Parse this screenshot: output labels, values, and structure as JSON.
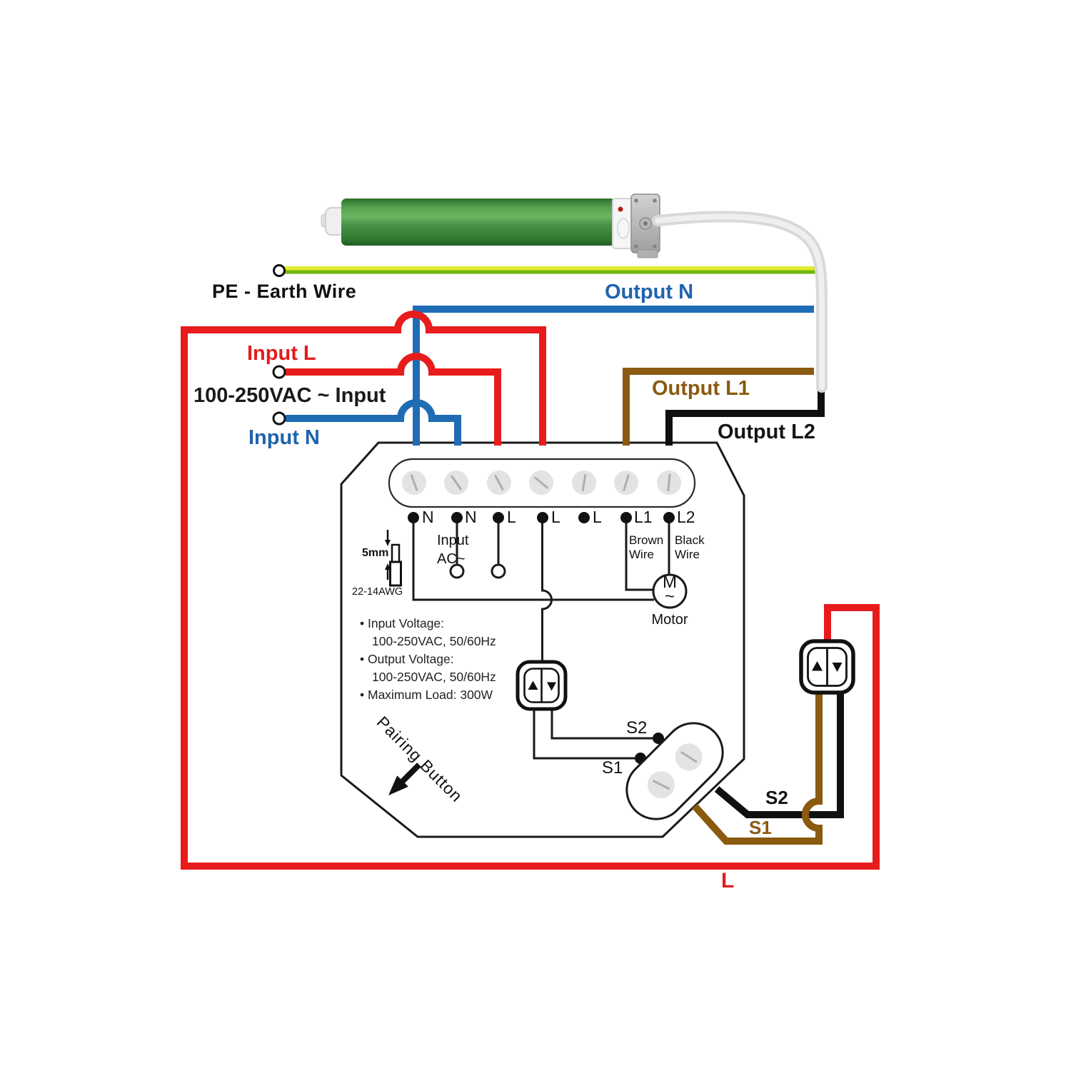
{
  "colors": {
    "wire_red": "#e81c1c",
    "wire_blue": "#1f6cb5",
    "wire_brown": "#8a5a10",
    "wire_black": "#101010",
    "earth_yellow": "#e3ec2e",
    "earth_green": "#6fb60c",
    "motor_green": "#4a9247"
  },
  "labels": {
    "pe": "PE - Earth Wire",
    "output_n": "Output N",
    "input_l": "Input L",
    "vac_input": "100-250VAC ~ Input",
    "input_n": "Input N",
    "output_l1": "Output L1",
    "output_l2": "Output L2",
    "l": "L",
    "s2_external": "S2",
    "s1_external": "S1"
  },
  "module": {
    "terminals": [
      "N",
      "N",
      "L",
      "L",
      "L",
      "L1",
      "L2"
    ],
    "input_ac": "Input\nAC~",
    "brown_wire": "Brown\nWire",
    "black_wire": "Black\nWire",
    "motor_symbol": "M\n~",
    "motor": "Motor",
    "strip_length": "5mm",
    "wire_gauge": "22-14AWG",
    "specs": [
      "• Input Voltage:",
      "100-250VAC, 50/60Hz",
      "• Output Voltage:",
      "100-250VAC, 50/60Hz",
      "• Maximum Load: 300W"
    ],
    "pairing_button": "Pairing Button",
    "s2": "S2",
    "s1": "S1"
  }
}
